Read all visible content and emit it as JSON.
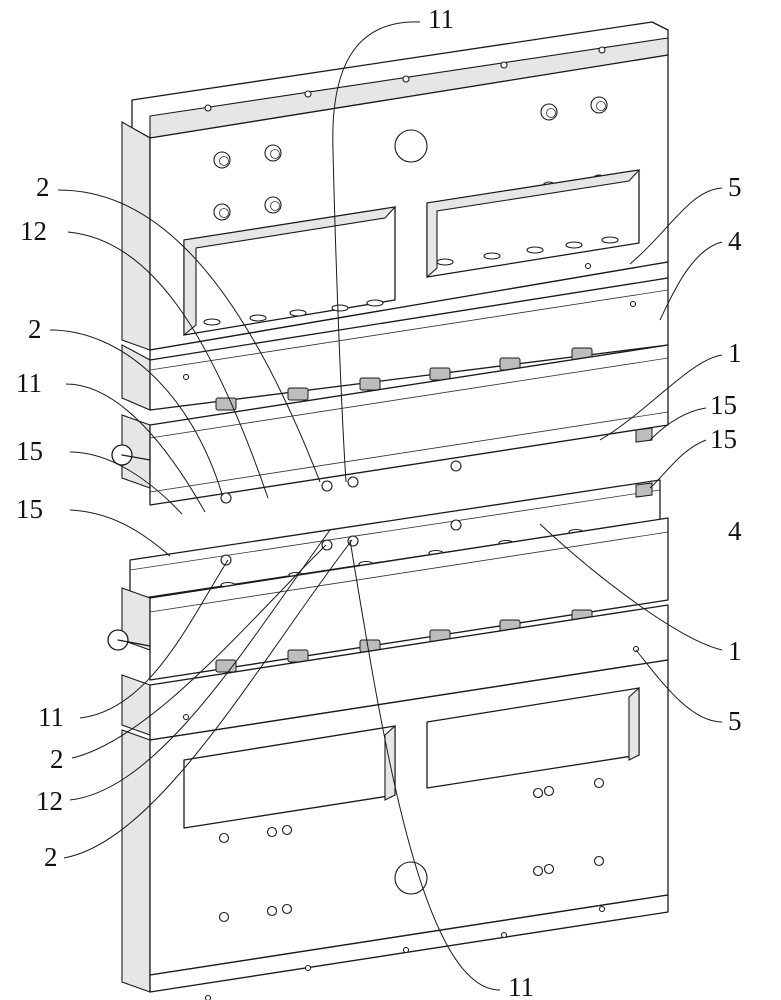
{
  "labels": {
    "top_11": "11",
    "l_2a": "2",
    "l_12a": "12",
    "l_2b": "2",
    "l_11a": "11",
    "l_15a": "15",
    "l_15b": "15",
    "r_5a": "5",
    "r_4a": "4",
    "r_1a": "1",
    "r_15a": "15",
    "r_15b": "15",
    "r_4b": "4",
    "r_1b": "1",
    "r_5b": "5",
    "b_11a": "11",
    "b_2a": "2",
    "b_12": "12",
    "b_2b": "2",
    "bottom_11": "11"
  }
}
